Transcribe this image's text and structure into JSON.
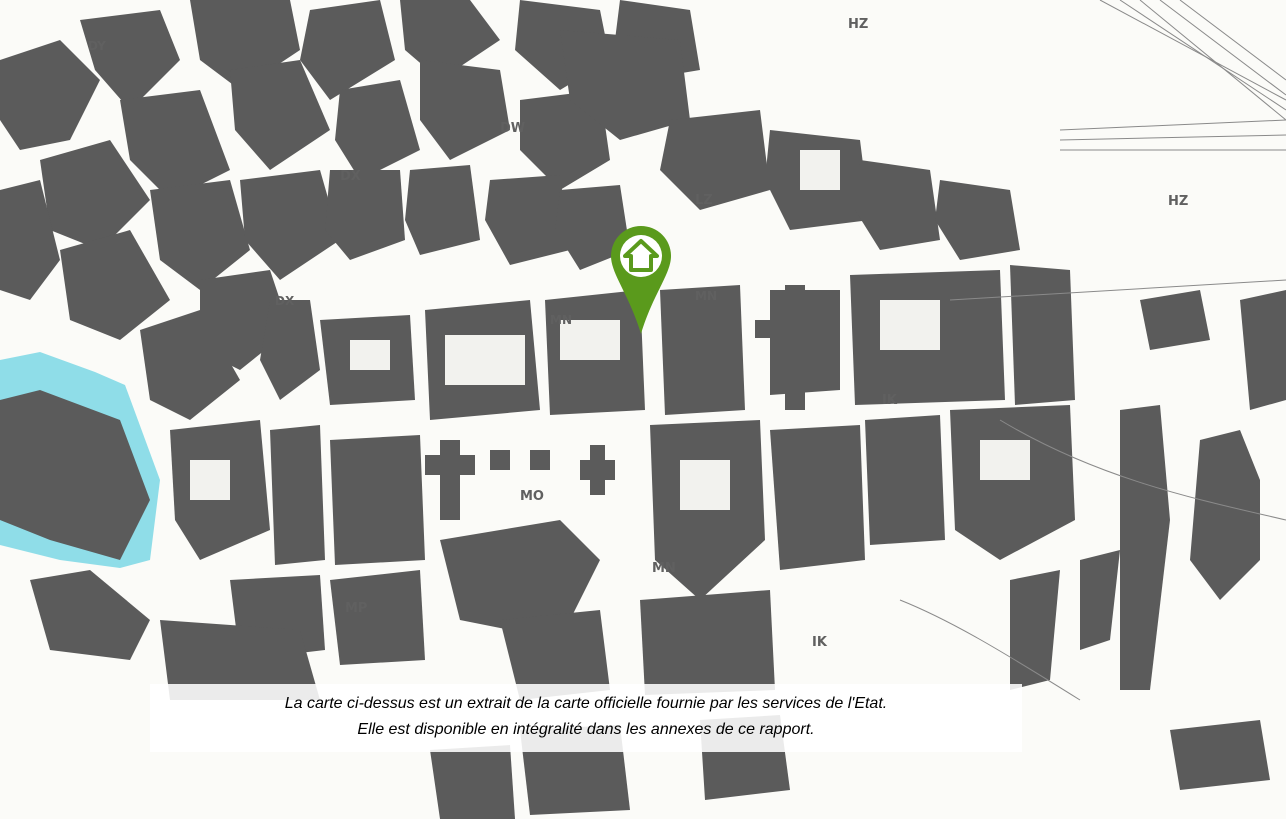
{
  "map": {
    "marker": {
      "icon": "home-marker-icon",
      "color": "#5a9a1c"
    },
    "zone_color": "#8fdde8",
    "zone_labels": [
      "DY",
      "DX",
      "DW",
      "HZ",
      "HZ",
      "LZ",
      "MN",
      "MO",
      "MN",
      "MP",
      "IK",
      "IK",
      "MN",
      "DX"
    ]
  },
  "caption": {
    "line1": "La carte ci-dessus est un extrait de la carte officielle fournie par les services de l'Etat.",
    "line2": "Elle est disponible en intégralité dans les annexes de ce rapport."
  }
}
